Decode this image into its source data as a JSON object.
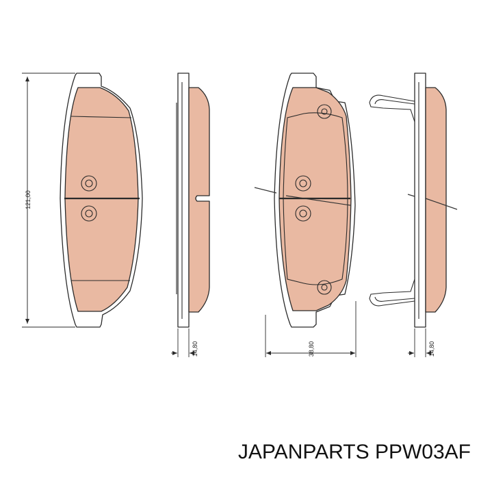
{
  "caption": {
    "brand": "JAPANPARTS",
    "part_number": "PPW03AF"
  },
  "dimensions": {
    "height": "121,00",
    "thickness_left": "14,80",
    "width": "38,80",
    "thickness_right": "14,80"
  },
  "colors": {
    "pad_fill": "#e9b9a2",
    "line": "#2a2a2a"
  }
}
